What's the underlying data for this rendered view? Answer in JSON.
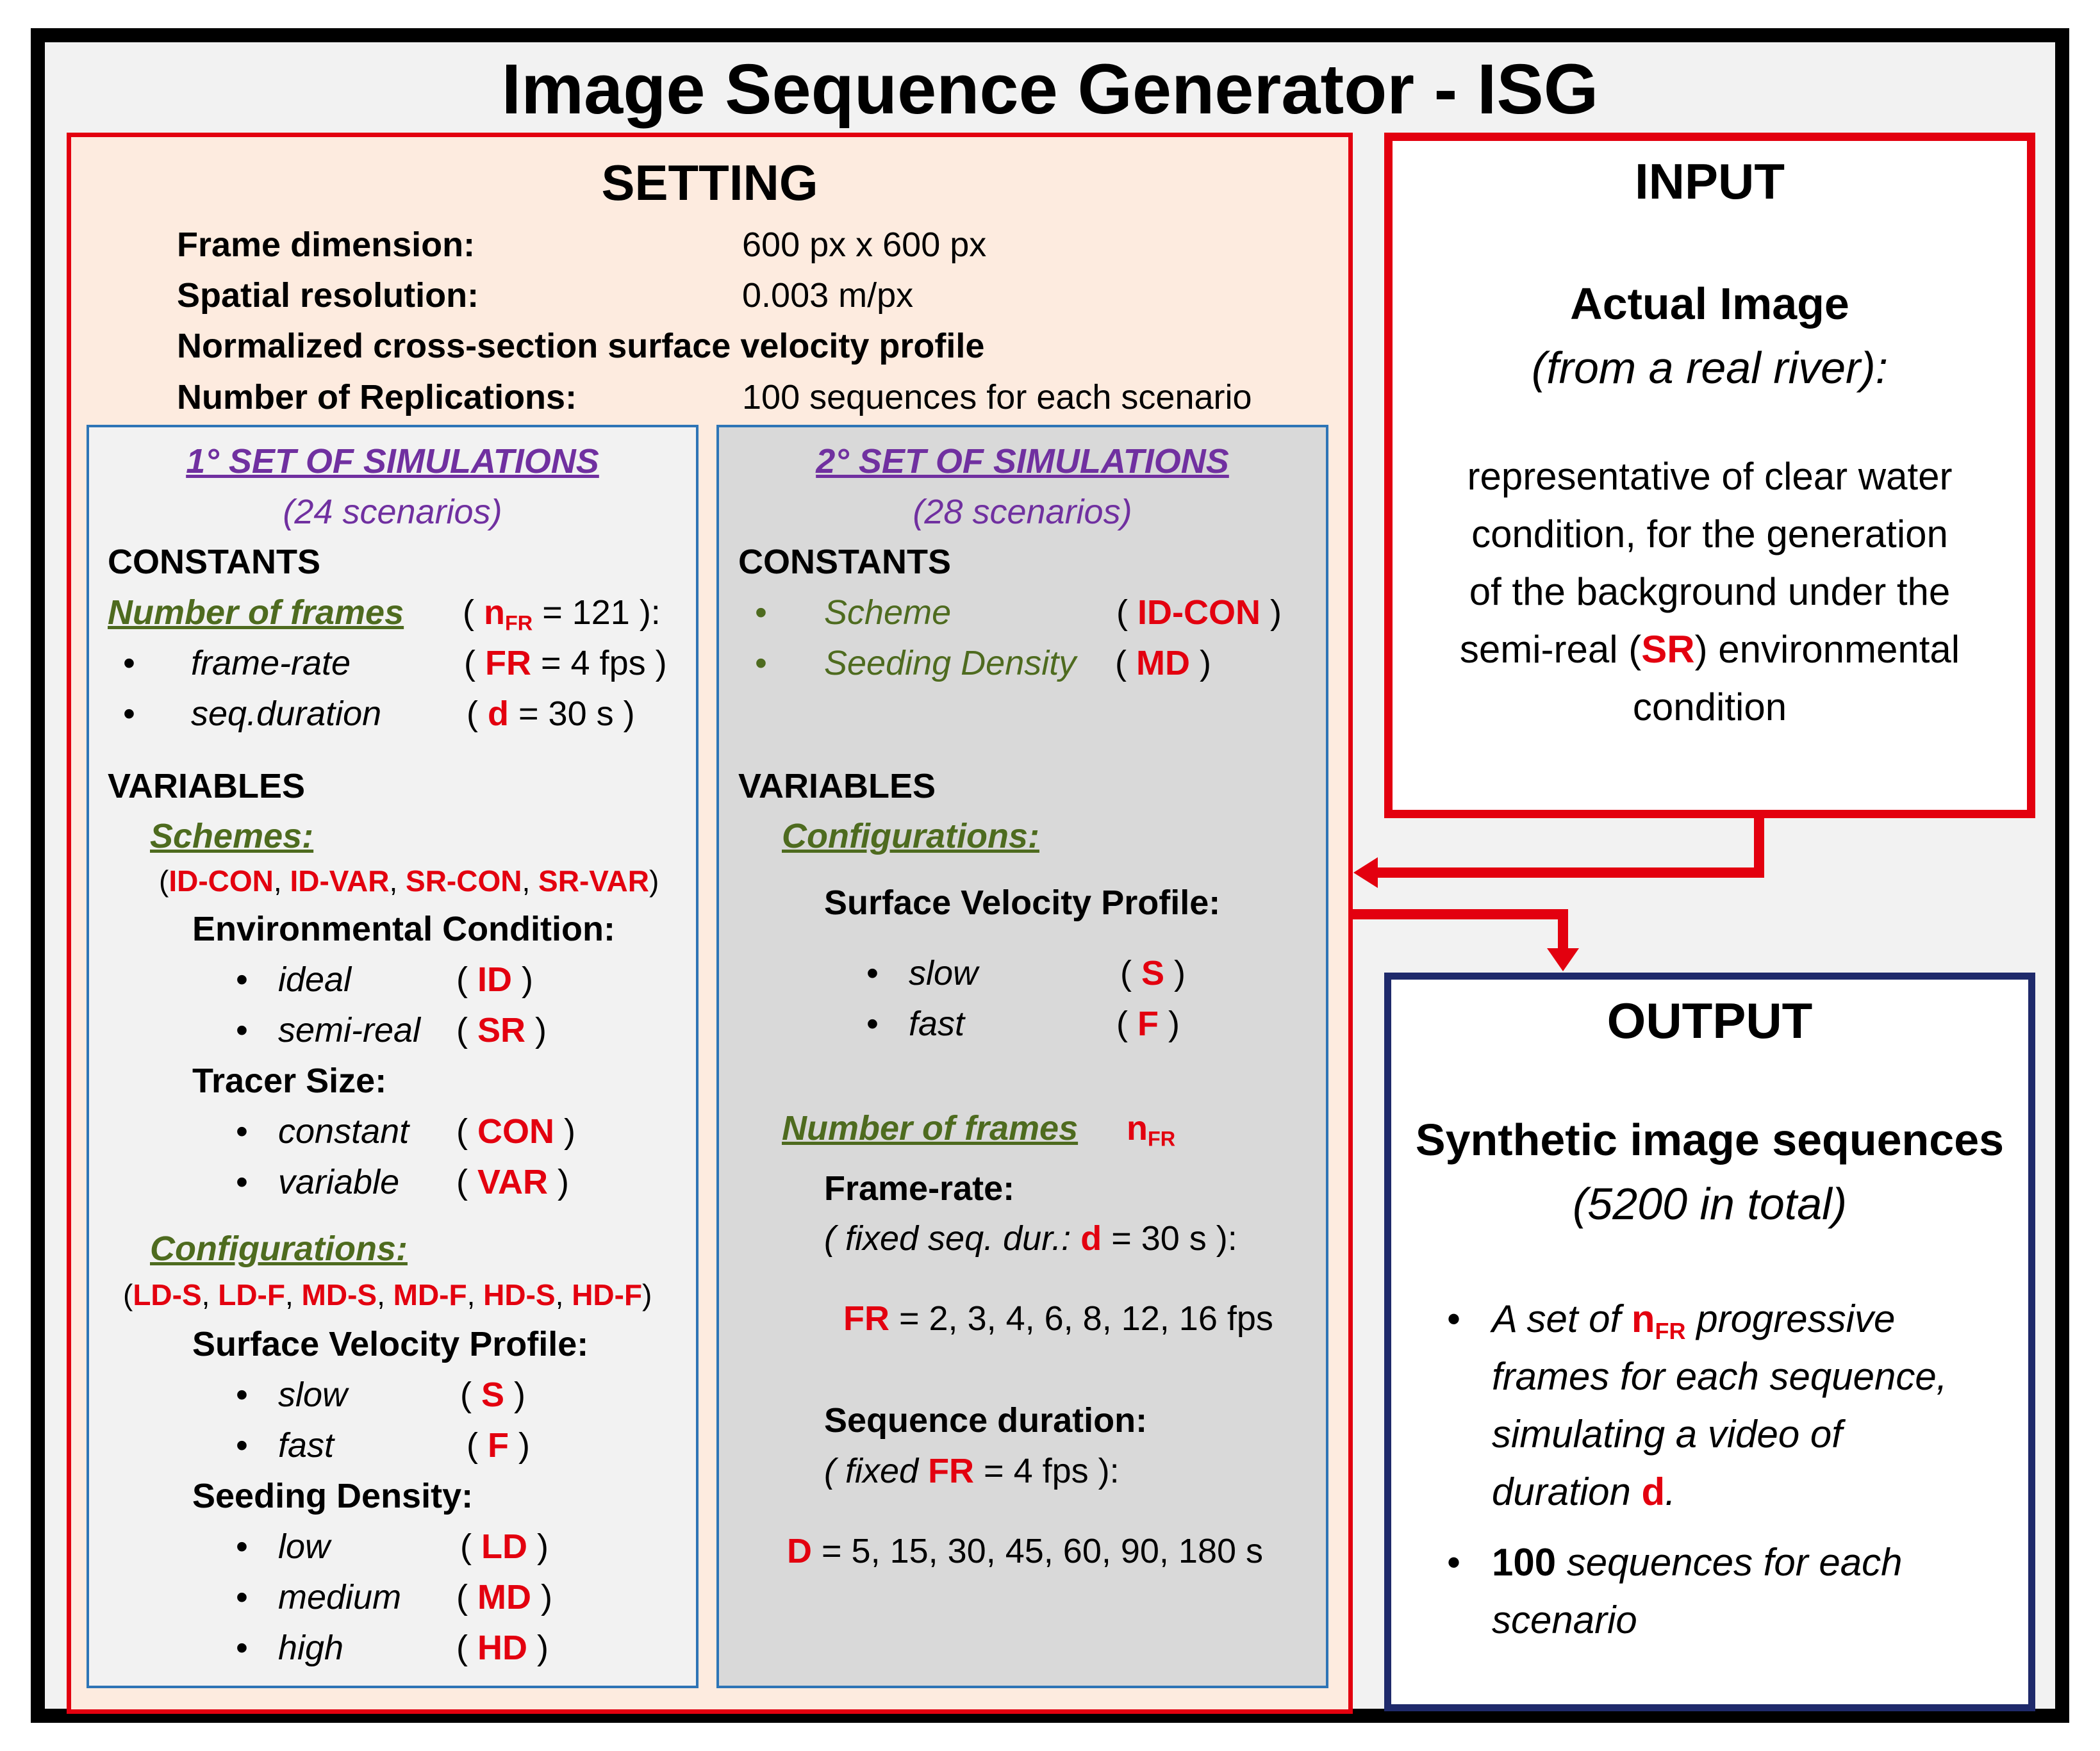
{
  "title": "Image Sequence Generator - ISG",
  "setting": {
    "header": "SETTING",
    "rows": [
      {
        "label": "Frame dimension:",
        "value": "600 px x 600 px"
      },
      {
        "label": "Spatial resolution:",
        "value": "0.003 m/px"
      },
      {
        "label": "Normalized cross-section surface velocity profile",
        "value": ""
      },
      {
        "label": "Number of Replications:",
        "value": "100 sequences for each scenario"
      }
    ]
  },
  "set1": {
    "title": "1° SET OF SIMULATIONS",
    "subtitle": "(24 scenarios)",
    "constants_label": "CONSTANTS",
    "nframes_label": "Number of frames",
    "nframes_open": "( ",
    "nframes_sym": "n",
    "nframes_sub": "FR",
    "nframes_val": " = 121 ):",
    "framerate_label": "frame-rate",
    "framerate_code": "FR",
    "framerate_val": " = 4 fps )",
    "duration_label": "seq.duration",
    "duration_code": "d",
    "duration_val": "  = 30 s )",
    "variables_label": "VARIABLES",
    "schemes_label": "Schemes:",
    "schemes_codes": [
      "ID-CON",
      "ID-VAR",
      "SR-CON",
      "SR-VAR"
    ],
    "env_label": "Environmental Condition:",
    "env_items": [
      {
        "name": "ideal",
        "code": "ID"
      },
      {
        "name": "semi-real",
        "code": "SR"
      }
    ],
    "tracer_label": "Tracer Size:",
    "tracer_items": [
      {
        "name": "constant",
        "code": "CON"
      },
      {
        "name": "variable",
        "code": "VAR"
      }
    ],
    "config_label": "Configurations:",
    "config_codes": [
      "LD-S",
      "LD-F",
      "MD-S",
      "MD-F",
      "HD-S",
      "HD-F"
    ],
    "svp_label": "Surface Velocity Profile:",
    "svp_items": [
      {
        "name": "slow",
        "code": "S"
      },
      {
        "name": "fast",
        "code": "F"
      }
    ],
    "density_label": "Seeding Density:",
    "density_items": [
      {
        "name": "low",
        "code": "LD"
      },
      {
        "name": "medium",
        "code": "MD"
      },
      {
        "name": "high",
        "code": "HD"
      }
    ]
  },
  "set2": {
    "title": "2° SET OF SIMULATIONS",
    "subtitle": "(28 scenarios)",
    "constants_label": "CONSTANTS",
    "const_items": [
      {
        "name": "Scheme",
        "code": "ID-CON"
      },
      {
        "name": "Seeding Density",
        "code": "MD"
      }
    ],
    "variables_label": "VARIABLES",
    "config_label": "Configurations:",
    "svp_label": "Surface Velocity Profile:",
    "svp_items": [
      {
        "name": "slow",
        "code": "S"
      },
      {
        "name": "fast",
        "code": "F"
      }
    ],
    "nframes_label": "Number of frames",
    "nframes_sym": "n",
    "nframes_sub": "FR",
    "framerate_label": "Frame-rate:",
    "framerate_fixed_pre": "( fixed seq. dur.: ",
    "framerate_fixed_code": "d",
    "framerate_fixed_post": " = 30 s ):",
    "framerate_code": "FR",
    "framerate_values": " = 2, 3, 4, 6, 8, 12, 16 fps",
    "seqdur_label": "Sequence duration:",
    "seqdur_fixed_pre": "( fixed ",
    "seqdur_fixed_code": "FR",
    "seqdur_fixed_post": " = 4 fps ):",
    "seqdur_code": "D",
    "seqdur_values": " = 5, 15, 30, 45, 60, 90, 180 s"
  },
  "input": {
    "header": "INPUT",
    "subheader": "Actual Image",
    "source": "(from a real river):",
    "line1": "representative of clear water",
    "line2": "condition, for the generation",
    "line3": "of the background under the",
    "line4_pre": "semi-real (",
    "line4_code": "SR",
    "line4_post": ") environmental",
    "line5": "condition"
  },
  "output": {
    "header": "OUTPUT",
    "subheader": "Synthetic image sequences",
    "total": "(5200 in total)",
    "b1_l1_pre": "A set of ",
    "b1_sym": "n",
    "b1_sub": "FR",
    "b1_l1_post": " progressive",
    "b1_l2": "frames for each sequence,",
    "b1_l3": "simulating a video of",
    "b1_l4_pre": "duration ",
    "b1_l4_code": "d",
    "b1_l4_post": ".",
    "b2_l1_bold": "100",
    "b2_l1_rest": " sequences for each",
    "b2_l2": "scenario"
  }
}
